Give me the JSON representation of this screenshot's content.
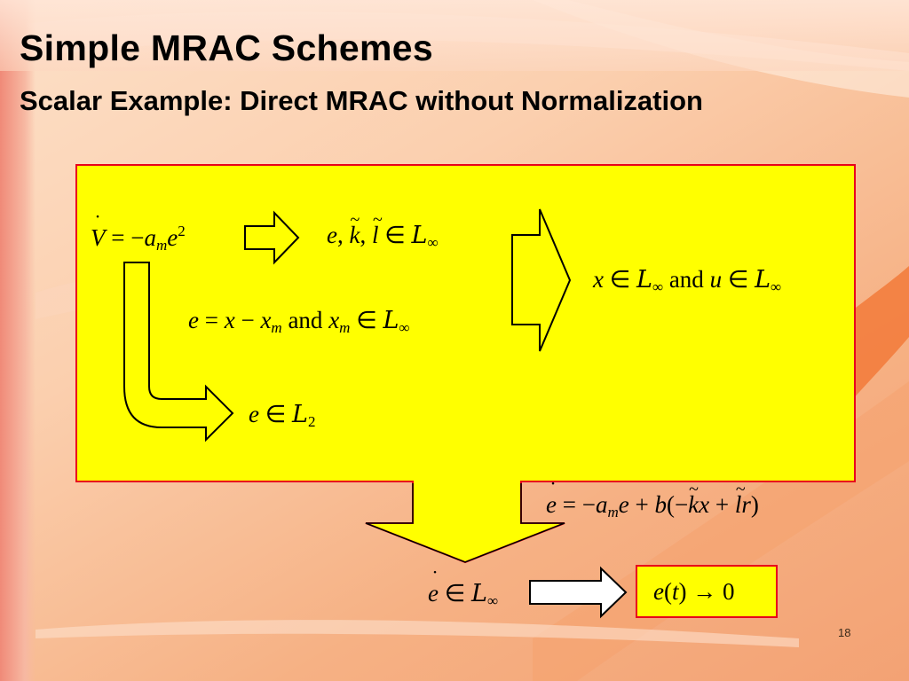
{
  "slide": {
    "title": "Simple MRAC Schemes",
    "subtitle": "Scalar Example: Direct MRAC without Normalization",
    "page_number": "18"
  },
  "equations": {
    "lyapunov": {
      "lhs": "V",
      "eq": " = −",
      "a": "a",
      "a_sub": "m",
      "e": "e",
      "e_sup": "2"
    },
    "bounded_signals": {
      "e": "e",
      "comma1": ", ",
      "k": "k",
      "comma2": ", ",
      "l": "l",
      "in": " ∈ ",
      "L": "L",
      "L_sub": "∞"
    },
    "error_def": {
      "e": "e",
      "eq": " = ",
      "x": "x",
      "minus": " − ",
      "xm": "x",
      "xm_sub": "m",
      "and": " and ",
      "xm2": "x",
      "xm2_sub": "m",
      "in": " ∈ ",
      "L": "L",
      "L_sub": "∞"
    },
    "plant_bounded": {
      "x": "x",
      "in1": " ∈ ",
      "L1": "L",
      "L1_sub": "∞",
      "and": " and ",
      "u": "u",
      "in2": " ∈ ",
      "L2": "L",
      "L2_sub": "∞"
    },
    "error_L2": {
      "e": "e",
      "in": " ∈ ",
      "L": "L",
      "L_sub": "2"
    },
    "error_dynamics": {
      "edot": "e",
      "eq": " = −",
      "a": "a",
      "a_sub": "m",
      "e": "e",
      "plus": " + ",
      "b": "b",
      "open": "(−",
      "k": "k",
      "x": "x",
      "plus2": " + ",
      "l": "l",
      "r": "r",
      "close": ")"
    },
    "edot_bounded": {
      "edot": "e",
      "in": " ∈ ",
      "L": "L",
      "L_sub": "∞"
    },
    "convergence": {
      "e": "e",
      "t_open": "(",
      "t": "t",
      "t_close": ")",
      "arrow": " → ",
      "zero": "0"
    }
  },
  "colors": {
    "box_fill": "#ffff00",
    "box_border": "#e8001c",
    "background": "#f8bf98"
  }
}
